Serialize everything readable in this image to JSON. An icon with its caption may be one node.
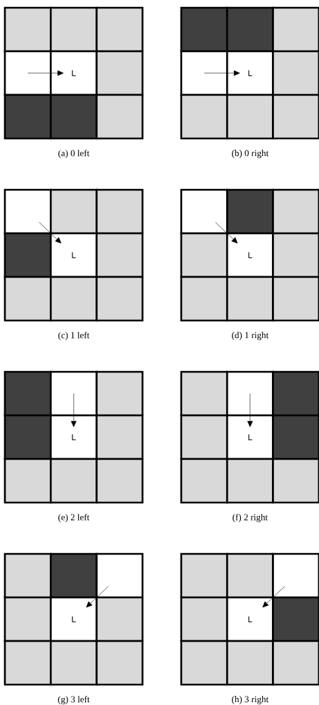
{
  "diagram": {
    "nodes": [
      {
        "text": [],
        "shape": "box"
      },
      {
        "text": [],
        "shape": "box"
      },
      {
        "text": [],
        "shape": "box"
      },
      {
        "text": [],
        "shape": "box"
      },
      {
        "text": [
          "L"
        ]
      },
      {
        "text": [],
        "shape": "box"
      },
      {
        "text": [],
        "shape": "box"
      },
      {
        "text": [],
        "shape": "box"
      },
      {
        "text": [],
        "shape": "box"
      },
      {
        "text": [],
        "shape": "box"
      },
      {
        "text": [],
        "shape": "box"
      },
      {
        "text": [],
        "shape": "box"
      },
      {
        "text": [],
        "shape": "box"
      },
      {
        "text": [
          "L"
        ]
      },
      {
        "text": [],
        "shape": "box"
      },
      {
        "text": [],
        "shape": "box"
      },
      {
        "text": [],
        "shape": "box"
      },
      {
        "text": [],
        "shape": "box"
      },
      {
        "text": [],
        "shape": "box"
      },
      {
        "text": [],
        "shape": "box"
      },
      {
        "text": [],
        "shape": "box"
      },
      {
        "text": [],
        "shape": "box"
      },
      {
        "text": [
          "L"
        ]
      },
      {
        "text": [],
        "shape": "box"
      },
      {
        "text": [],
        "shape": "box"
      },
      {
        "text": [],
        "shape": "box"
      },
      {
        "text": [],
        "shape": "box"
      },
      {
        "text": [],
        "shape": "box"
      },
      {
        "text": [],
        "shape": "box"
      },
      {
        "text": [],
        "shape": "box"
      },
      {
        "text": [],
        "shape": "box"
      },
      {
        "text": [
          "L"
        ]
      },
      {
        "text": [],
        "shape": "box"
      },
      {
        "text": [],
        "shape": "box"
      },
      {
        "text": [],
        "shape": "box"
      },
      {
        "text": [],
        "shape": "box"
      },
      {
        "text": [],
        "shape": "box"
      },
      {
        "text": [],
        "shape": "box"
      },
      {
        "text": [],
        "shape": "box"
      },
      {
        "text": [],
        "shape": "box"
      },
      {
        "text": [
          "L"
        ]
      },
      {
        "text": [],
        "shape": "box"
      },
      {
        "text": [],
        "shape": "box"
      },
      {
        "text": [],
        "shape": "box"
      },
      {
        "text": [],
        "shape": "box"
      },
      {
        "text": [],
        "shape": "box"
      },
      {
        "text": [],
        "shape": "box"
      },
      {
        "text": [],
        "shape": "box"
      },
      {
        "text": [],
        "shape": "box"
      },
      {
        "text": [
          "L"
        ]
      },
      {
        "text": [],
        "shape": "box"
      },
      {
        "text": [],
        "shape": "box"
      },
      {
        "text": [],
        "shape": "box"
      },
      {
        "text": [],
        "shape": "box"
      },
      {
        "text": [],
        "shape": "box"
      },
      {
        "text": [],
        "shape": "box"
      },
      {
        "text": [],
        "shape": "box"
      },
      {
        "text": [],
        "shape": "box"
      },
      {
        "text": [
          "L"
        ]
      },
      {
        "text": [],
        "shape": "box"
      },
      {
        "text": [],
        "shape": "box"
      },
      {
        "text": [],
        "shape": "box"
      },
      {
        "text": [],
        "shape": "box"
      },
      {
        "text": [],
        "shape": "box"
      },
      {
        "text": [],
        "shape": "box"
      },
      {
        "text": [],
        "shape": "box"
      },
      {
        "text": [],
        "shape": "box"
      },
      {
        "text": [
          "L"
        ]
      },
      {
        "text": [],
        "shape": "box"
      },
      {
        "text": [],
        "shape": "box"
      },
      {
        "text": [],
        "shape": "box"
      },
      {
        "text": [],
        "shape": "box"
      }
    ],
    "edges": [
      {
        "from": 3,
        "to": 4,
        "arrow": "to"
      },
      {
        "from": 12,
        "to": 13,
        "arrow": "to"
      },
      {
        "from": 18,
        "to": 22,
        "arrow": "to"
      },
      {
        "from": 27,
        "to": 31,
        "arrow": "to"
      },
      {
        "from": 37,
        "to": 40,
        "arrow": "to"
      },
      {
        "from": 46,
        "to": 49,
        "arrow": "to"
      },
      {
        "from": 56,
        "to": 58,
        "arrow": "to"
      },
      {
        "from": 65,
        "to": 67,
        "arrow": "to"
      }
    ],
    "labels": [
      "(a) 0 left",
      "(b) 0 right",
      "(c) 1 left",
      "(d) 1 right",
      "(e) 2 left",
      "(f) 2 right",
      "(g) 3 left",
      "(h) 3 right"
    ]
  }
}
